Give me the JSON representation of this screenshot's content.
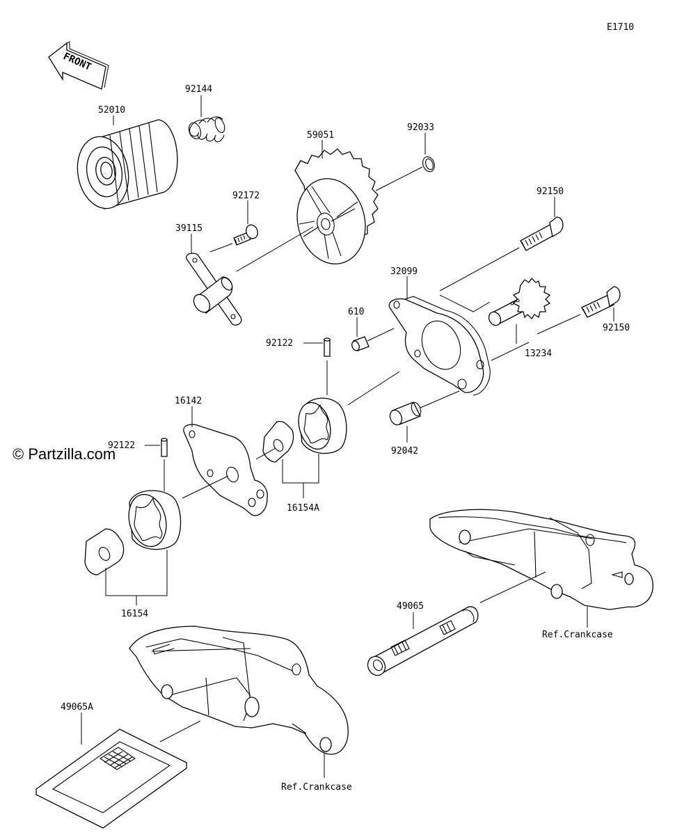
{
  "diagram_code": "E1710",
  "front_label": "FRONT",
  "watermark": "© Partzilla.com",
  "parts": [
    {
      "id": "p52010",
      "number": "52010"
    },
    {
      "id": "p92144",
      "number": "92144"
    },
    {
      "id": "p59051",
      "number": "59051"
    },
    {
      "id": "p92033",
      "number": "92033"
    },
    {
      "id": "p92172",
      "number": "92172"
    },
    {
      "id": "p39115",
      "number": "39115"
    },
    {
      "id": "p92150a",
      "number": "92150"
    },
    {
      "id": "p32099",
      "number": "32099"
    },
    {
      "id": "p610",
      "number": "610"
    },
    {
      "id": "p92150b",
      "number": "92150"
    },
    {
      "id": "p13234",
      "number": "13234"
    },
    {
      "id": "p92122a",
      "number": "92122"
    },
    {
      "id": "p16142",
      "number": "16142"
    },
    {
      "id": "p92042",
      "number": "92042"
    },
    {
      "id": "p92122b",
      "number": "92122"
    },
    {
      "id": "p16154A",
      "number": "16154A"
    },
    {
      "id": "p16154",
      "number": "16154"
    },
    {
      "id": "p49065",
      "number": "49065"
    },
    {
      "id": "p49065A",
      "number": "49065A"
    }
  ],
  "references": [
    {
      "id": "ref1",
      "text": "Ref.Crankcase"
    },
    {
      "id": "ref2",
      "text": "Ref.Crankcase"
    }
  ]
}
